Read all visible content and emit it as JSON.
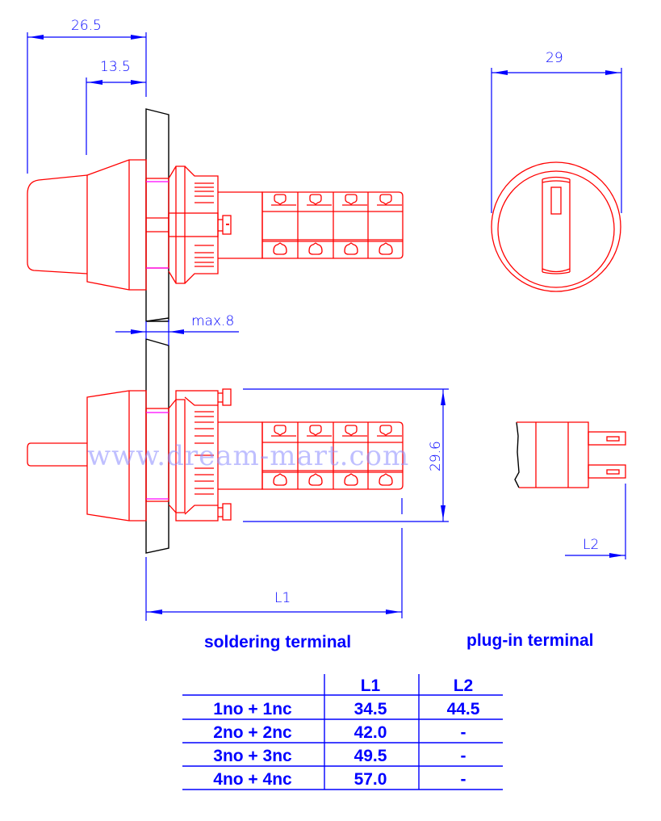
{
  "dimensions": {
    "overall_length": "26.5",
    "front_length": "13.5",
    "knob_diameter": "29",
    "panel_thickness": "max.8",
    "terminal_height": "29.6",
    "l1_label": "L1",
    "l2_label": "L2"
  },
  "captions": {
    "soldering": "soldering terminal",
    "plugin": "plug-in terminal"
  },
  "watermark": "www.dream-mart.com",
  "table": {
    "headers": [
      "",
      "L1",
      "L2"
    ],
    "rows": [
      {
        "config": "1no + 1nc",
        "l1": "34.5",
        "l2": "44.5"
      },
      {
        "config": "2no + 2nc",
        "l1": "42.0",
        "l2": "-"
      },
      {
        "config": "3no + 3nc",
        "l1": "49.5",
        "l2": "-"
      },
      {
        "config": "4no + 4nc",
        "l1": "57.0",
        "l2": "-"
      }
    ]
  },
  "colors": {
    "part_outline": "#ff0000",
    "dimension": "#0000ff",
    "seal": "#ff00ff",
    "panel": "#000000"
  }
}
